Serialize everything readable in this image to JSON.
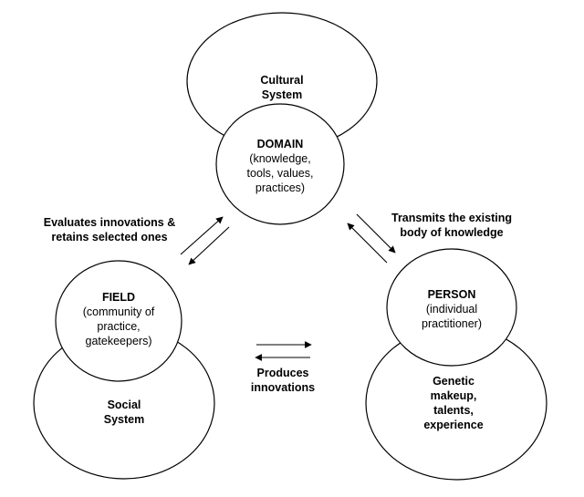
{
  "colors": {
    "stroke": "#000000",
    "fill": "#ffffff",
    "text": "#000000"
  },
  "cultural_system": {
    "line1": "Cultural",
    "line2": "System"
  },
  "domain": {
    "title": "DOMAIN",
    "line1": "(knowledge,",
    "line2": "tools, values,",
    "line3": "practices)"
  },
  "field": {
    "title": "FIELD",
    "line1": "(community of",
    "line2": "practice,",
    "line3": "gatekeepers)"
  },
  "social_system": {
    "line1": "Social",
    "line2": "System"
  },
  "person": {
    "title": "PERSON",
    "line1": "(individual",
    "line2": "practitioner)"
  },
  "genetic": {
    "line1": "Genetic",
    "line2": "makeup,",
    "line3": "talents,",
    "line4": "experience"
  },
  "left_relation": {
    "line1": "Evaluates innovations &",
    "line2": "retains selected ones"
  },
  "right_relation": {
    "line1": "Transmits the existing",
    "line2": "body of knowledge"
  },
  "bottom_relation": {
    "line1": "Produces",
    "line2": "innovations"
  }
}
